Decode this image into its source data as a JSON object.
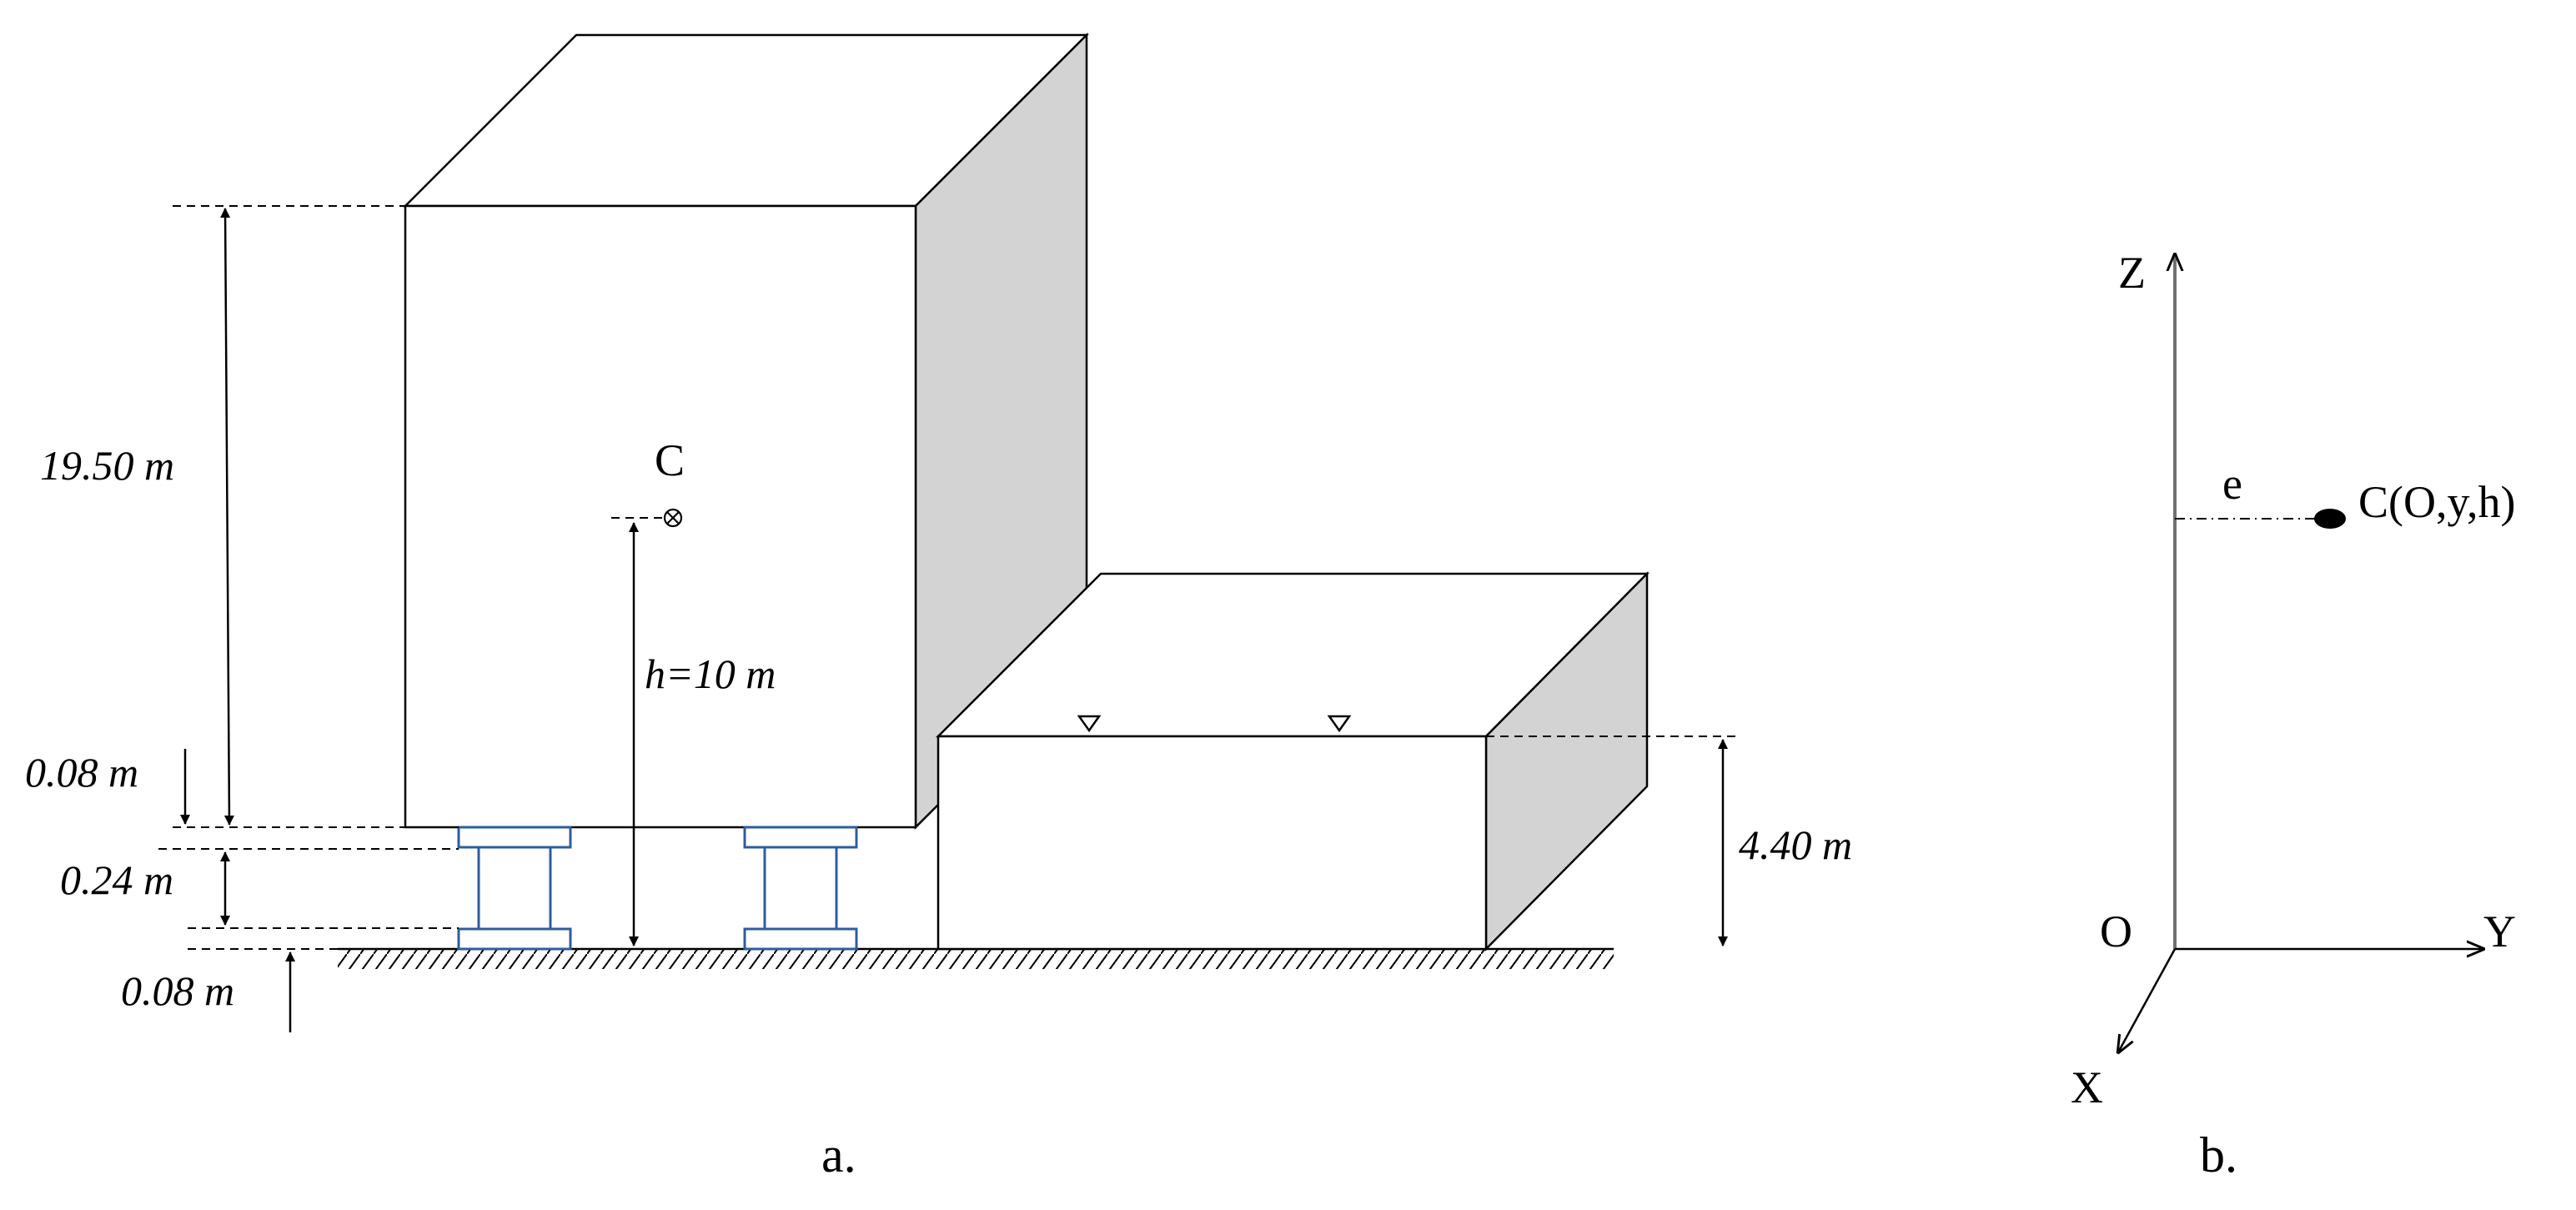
{
  "panel_a": {
    "caption": "a.",
    "dimensions": {
      "building_height": "19.50 m",
      "bearing_top_plate": "0.08 m",
      "bearing_core": "0.24 m",
      "bearing_bottom_plate": "0.08 m",
      "cm_height": "h=10 m",
      "tank_height": "4.40 m"
    },
    "center_label": "C"
  },
  "panel_b": {
    "caption": "b.",
    "axes": {
      "z": "Z",
      "y": "Y",
      "x": "X",
      "origin": "O"
    },
    "eccentricity": "e",
    "point_label": "C(O,y,h)"
  }
}
